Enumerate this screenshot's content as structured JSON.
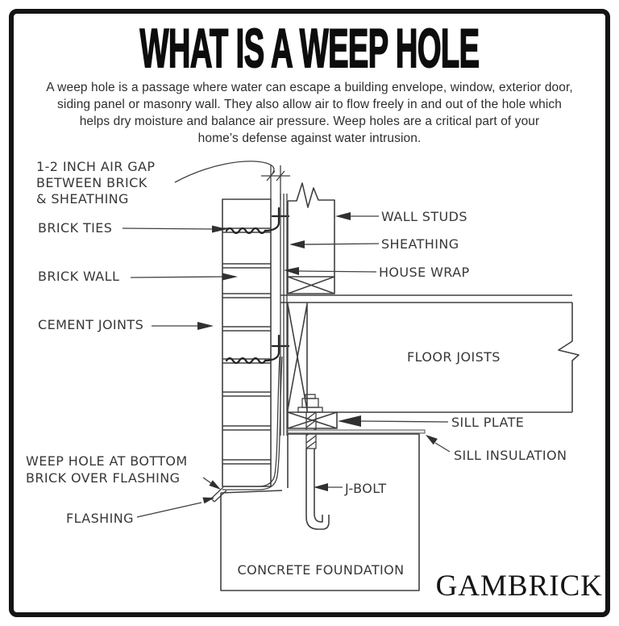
{
  "page": {
    "title": "WHAT IS A WEEP HOLE",
    "intro_lines": [
      "A weep hole is a passage where water can escape a building envelope, window, exterior door,",
      "siding panel or masonry wall. They also allow air to flow freely in and out of the hole which",
      "helps dry moisture and balance air pressure. Weep holes are a critical part of your",
      "home’s defense against water intrusion."
    ],
    "brand": "GAMBRICK"
  },
  "colors": {
    "frame": "#141414",
    "line": "#404040",
    "ink": "#383838",
    "background": "#ffffff"
  },
  "diagram": {
    "labels": {
      "air_gap_1": "1-2 INCH AIR GAP",
      "air_gap_2": "BETWEEN BRICK",
      "air_gap_3": "& SHEATHING",
      "brick_ties": "BRICK TIES",
      "brick_wall": "BRICK WALL",
      "cement_joints": "CEMENT JOINTS",
      "wall_studs": "WALL STUDS",
      "sheathing": "SHEATHING",
      "house_wrap": "HOUSE WRAP",
      "floor_joists": "FLOOR JOISTS",
      "sill_plate": "SILL PLATE",
      "sill_insulation": "SILL INSULATION",
      "weep_hole_1": "WEEP HOLE AT BOTTOM",
      "weep_hole_2": "BRICK OVER FLASHING",
      "flashing": "FLASHING",
      "j_bolt": "J-BOLT",
      "concrete_foundation": "CONCRETE FOUNDATION"
    }
  }
}
